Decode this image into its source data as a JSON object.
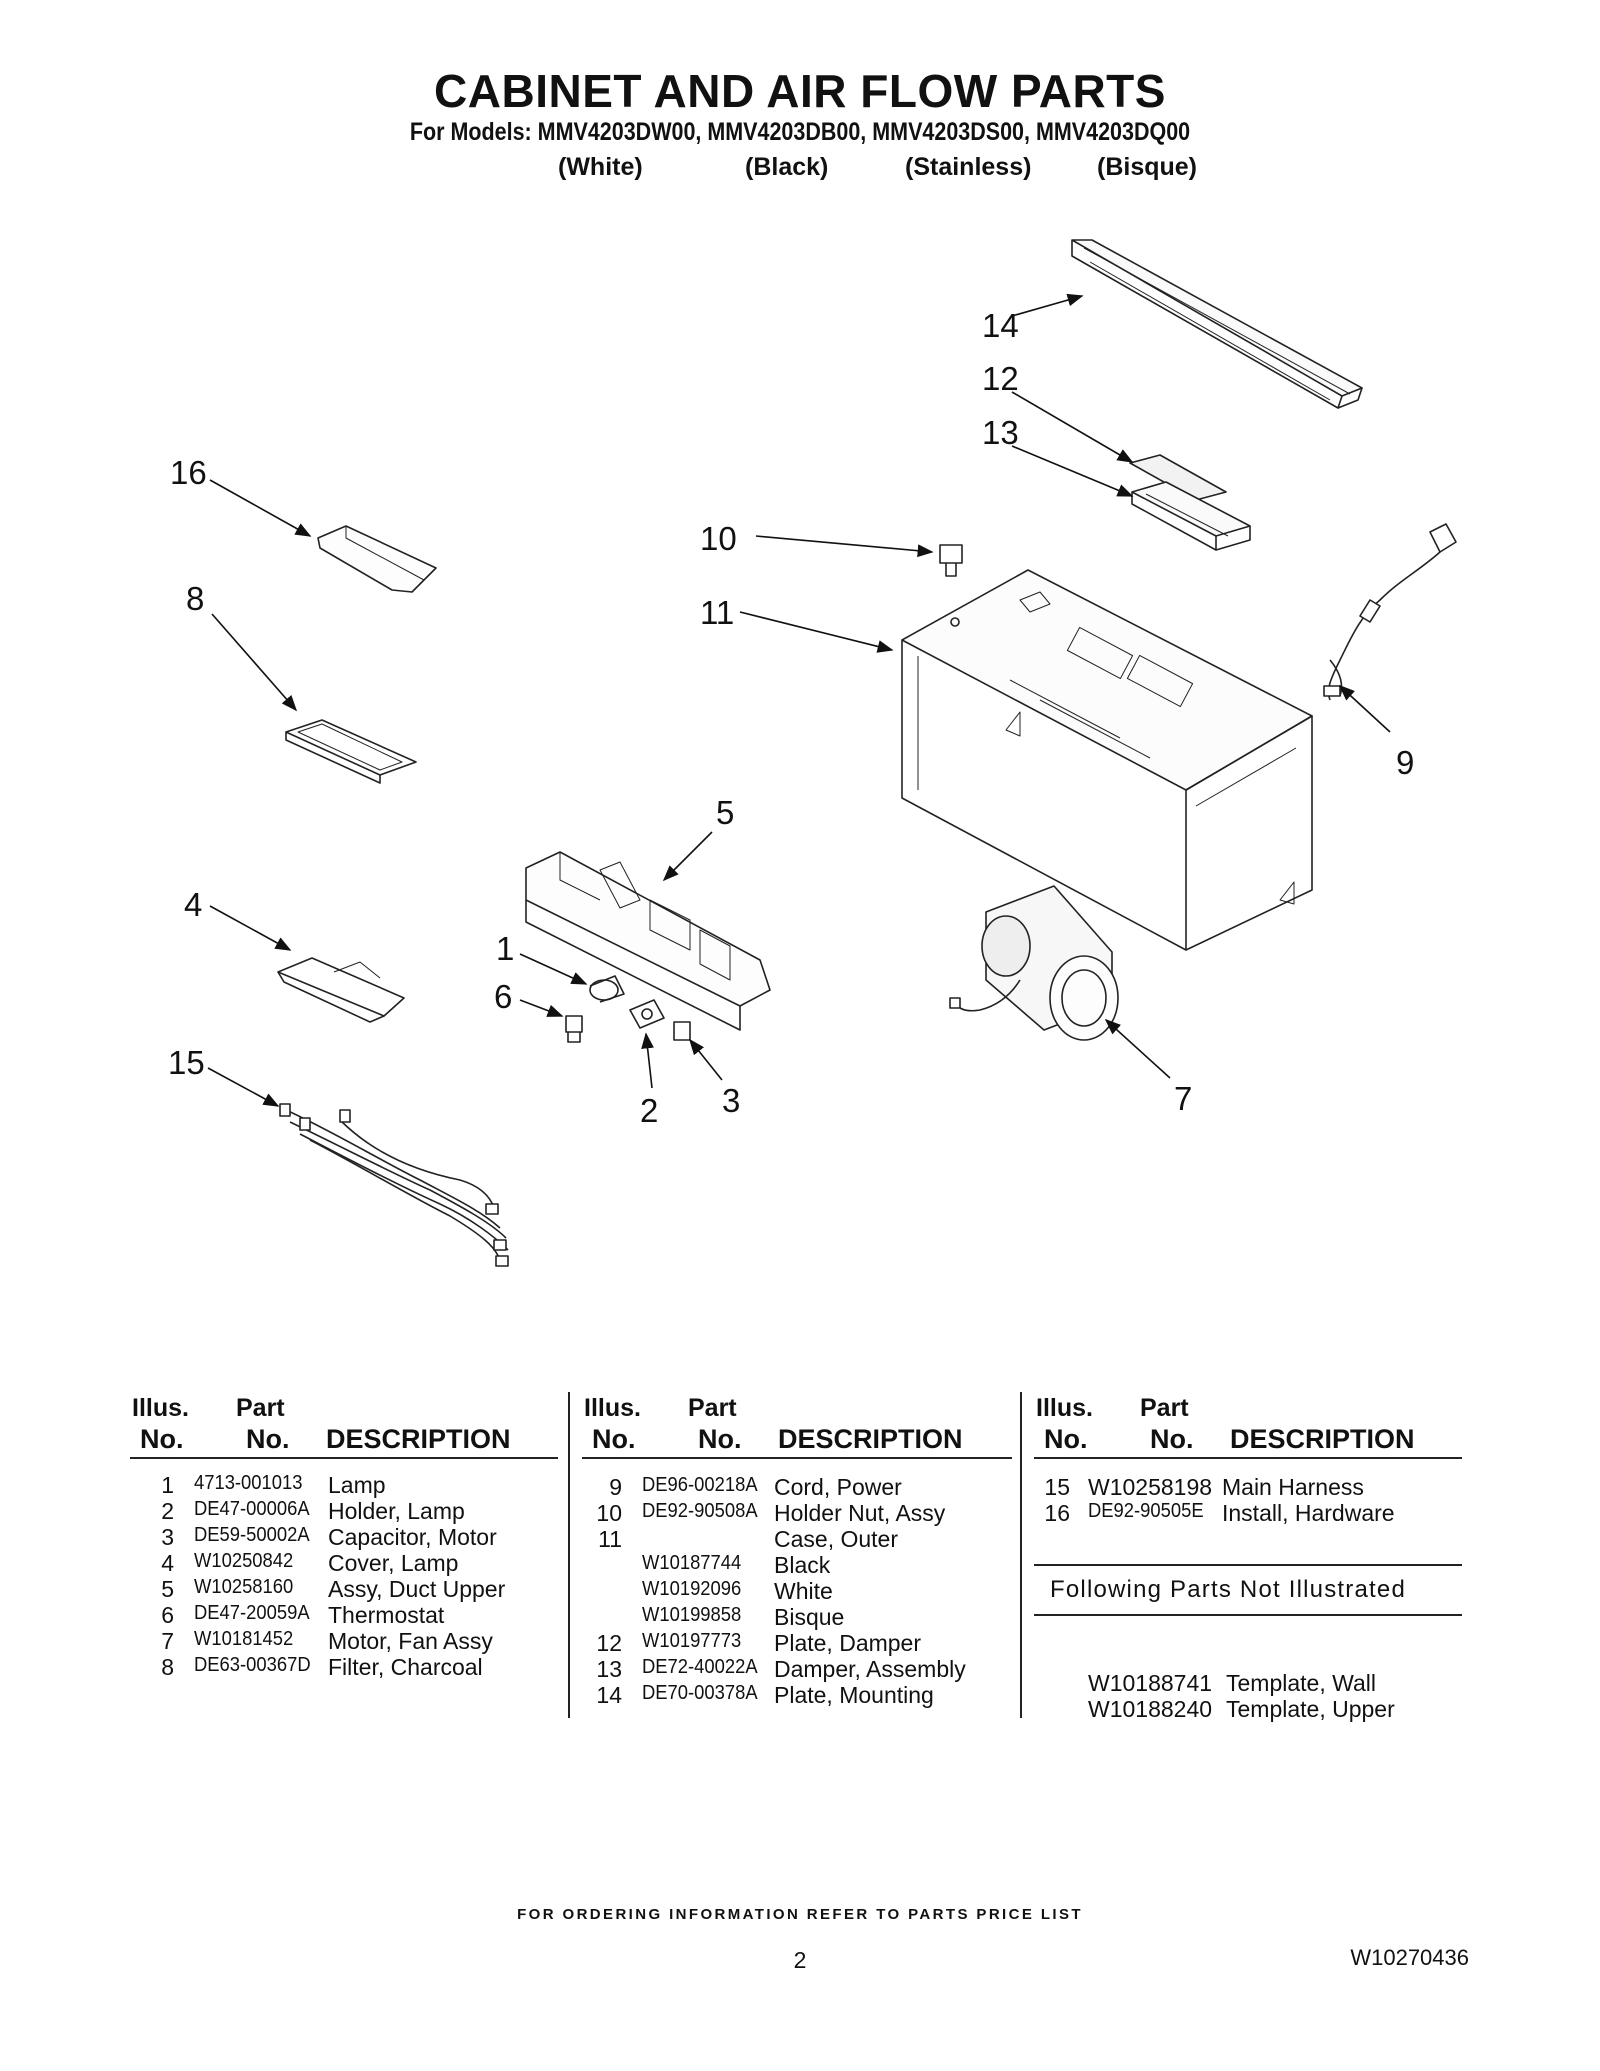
{
  "header": {
    "title": "CABINET AND AIR FLOW PARTS",
    "models": "For Models: MMV4203DW00, MMV4203DB00, MMV4203DS00, MMV4203DQ00",
    "finishes": [
      "(White)",
      "(Black)",
      "(Stainless)",
      "(Bisque)"
    ]
  },
  "diagram": {
    "callouts": [
      "14",
      "12",
      "13",
      "16",
      "10",
      "11",
      "8",
      "9",
      "5",
      "4",
      "1",
      "6",
      "15",
      "2",
      "3",
      "7"
    ]
  },
  "table": {
    "headers": {
      "illus": "Illus.",
      "no": "No.",
      "part": "Part",
      "part_no": "No.",
      "description": "DESCRIPTION"
    },
    "columns": [
      {
        "rows": [
          {
            "no": "1",
            "part": "4713-001013",
            "desc": "Lamp"
          },
          {
            "no": "2",
            "part": "DE47-00006A",
            "desc": "Holder, Lamp"
          },
          {
            "no": "3",
            "part": "DE59-50002A",
            "desc": "Capacitor, Motor"
          },
          {
            "no": "4",
            "part": "W10250842",
            "desc": "Cover, Lamp"
          },
          {
            "no": "5",
            "part": "W10258160",
            "desc": "Assy, Duct Upper"
          },
          {
            "no": "6",
            "part": "DE47-20059A",
            "desc": "Thermostat"
          },
          {
            "no": "7",
            "part": "W10181452",
            "desc": "Motor, Fan Assy"
          },
          {
            "no": "8",
            "part": "DE63-00367D",
            "desc": "Filter, Charcoal"
          }
        ]
      },
      {
        "rows": [
          {
            "no": "9",
            "part": "DE96-00218A",
            "desc": "Cord, Power"
          },
          {
            "no": "10",
            "part": "DE92-90508A",
            "desc": "Holder Nut, Assy"
          },
          {
            "no": "11",
            "part": "",
            "desc": "Case, Outer"
          },
          {
            "no": "",
            "part": "W10187744",
            "desc": "Black"
          },
          {
            "no": "",
            "part": "W10192096",
            "desc": "White"
          },
          {
            "no": "",
            "part": "W10199858",
            "desc": "Bisque"
          },
          {
            "no": "12",
            "part": "W10197773",
            "desc": "Plate, Damper"
          },
          {
            "no": "13",
            "part": "DE72-40022A",
            "desc": "Damper, Assembly"
          },
          {
            "no": "14",
            "part": "DE70-00378A",
            "desc": "Plate, Mounting"
          }
        ]
      },
      {
        "rows": [
          {
            "no": "15",
            "part": "W10258198",
            "desc": "Main Harness"
          },
          {
            "no": "16",
            "part": "DE92-90505E",
            "desc": "Install, Hardware"
          }
        ]
      }
    ],
    "not_illustrated_title": "Following Parts Not Illustrated",
    "not_illustrated": [
      {
        "part": "W10188741",
        "desc": "Template, Wall"
      },
      {
        "part": "W10188240",
        "desc": "Template, Upper"
      }
    ]
  },
  "footer": {
    "ordering": "FOR ORDERING INFORMATION REFER TO PARTS PRICE LIST",
    "page": "2",
    "doc_number": "W10270436"
  }
}
